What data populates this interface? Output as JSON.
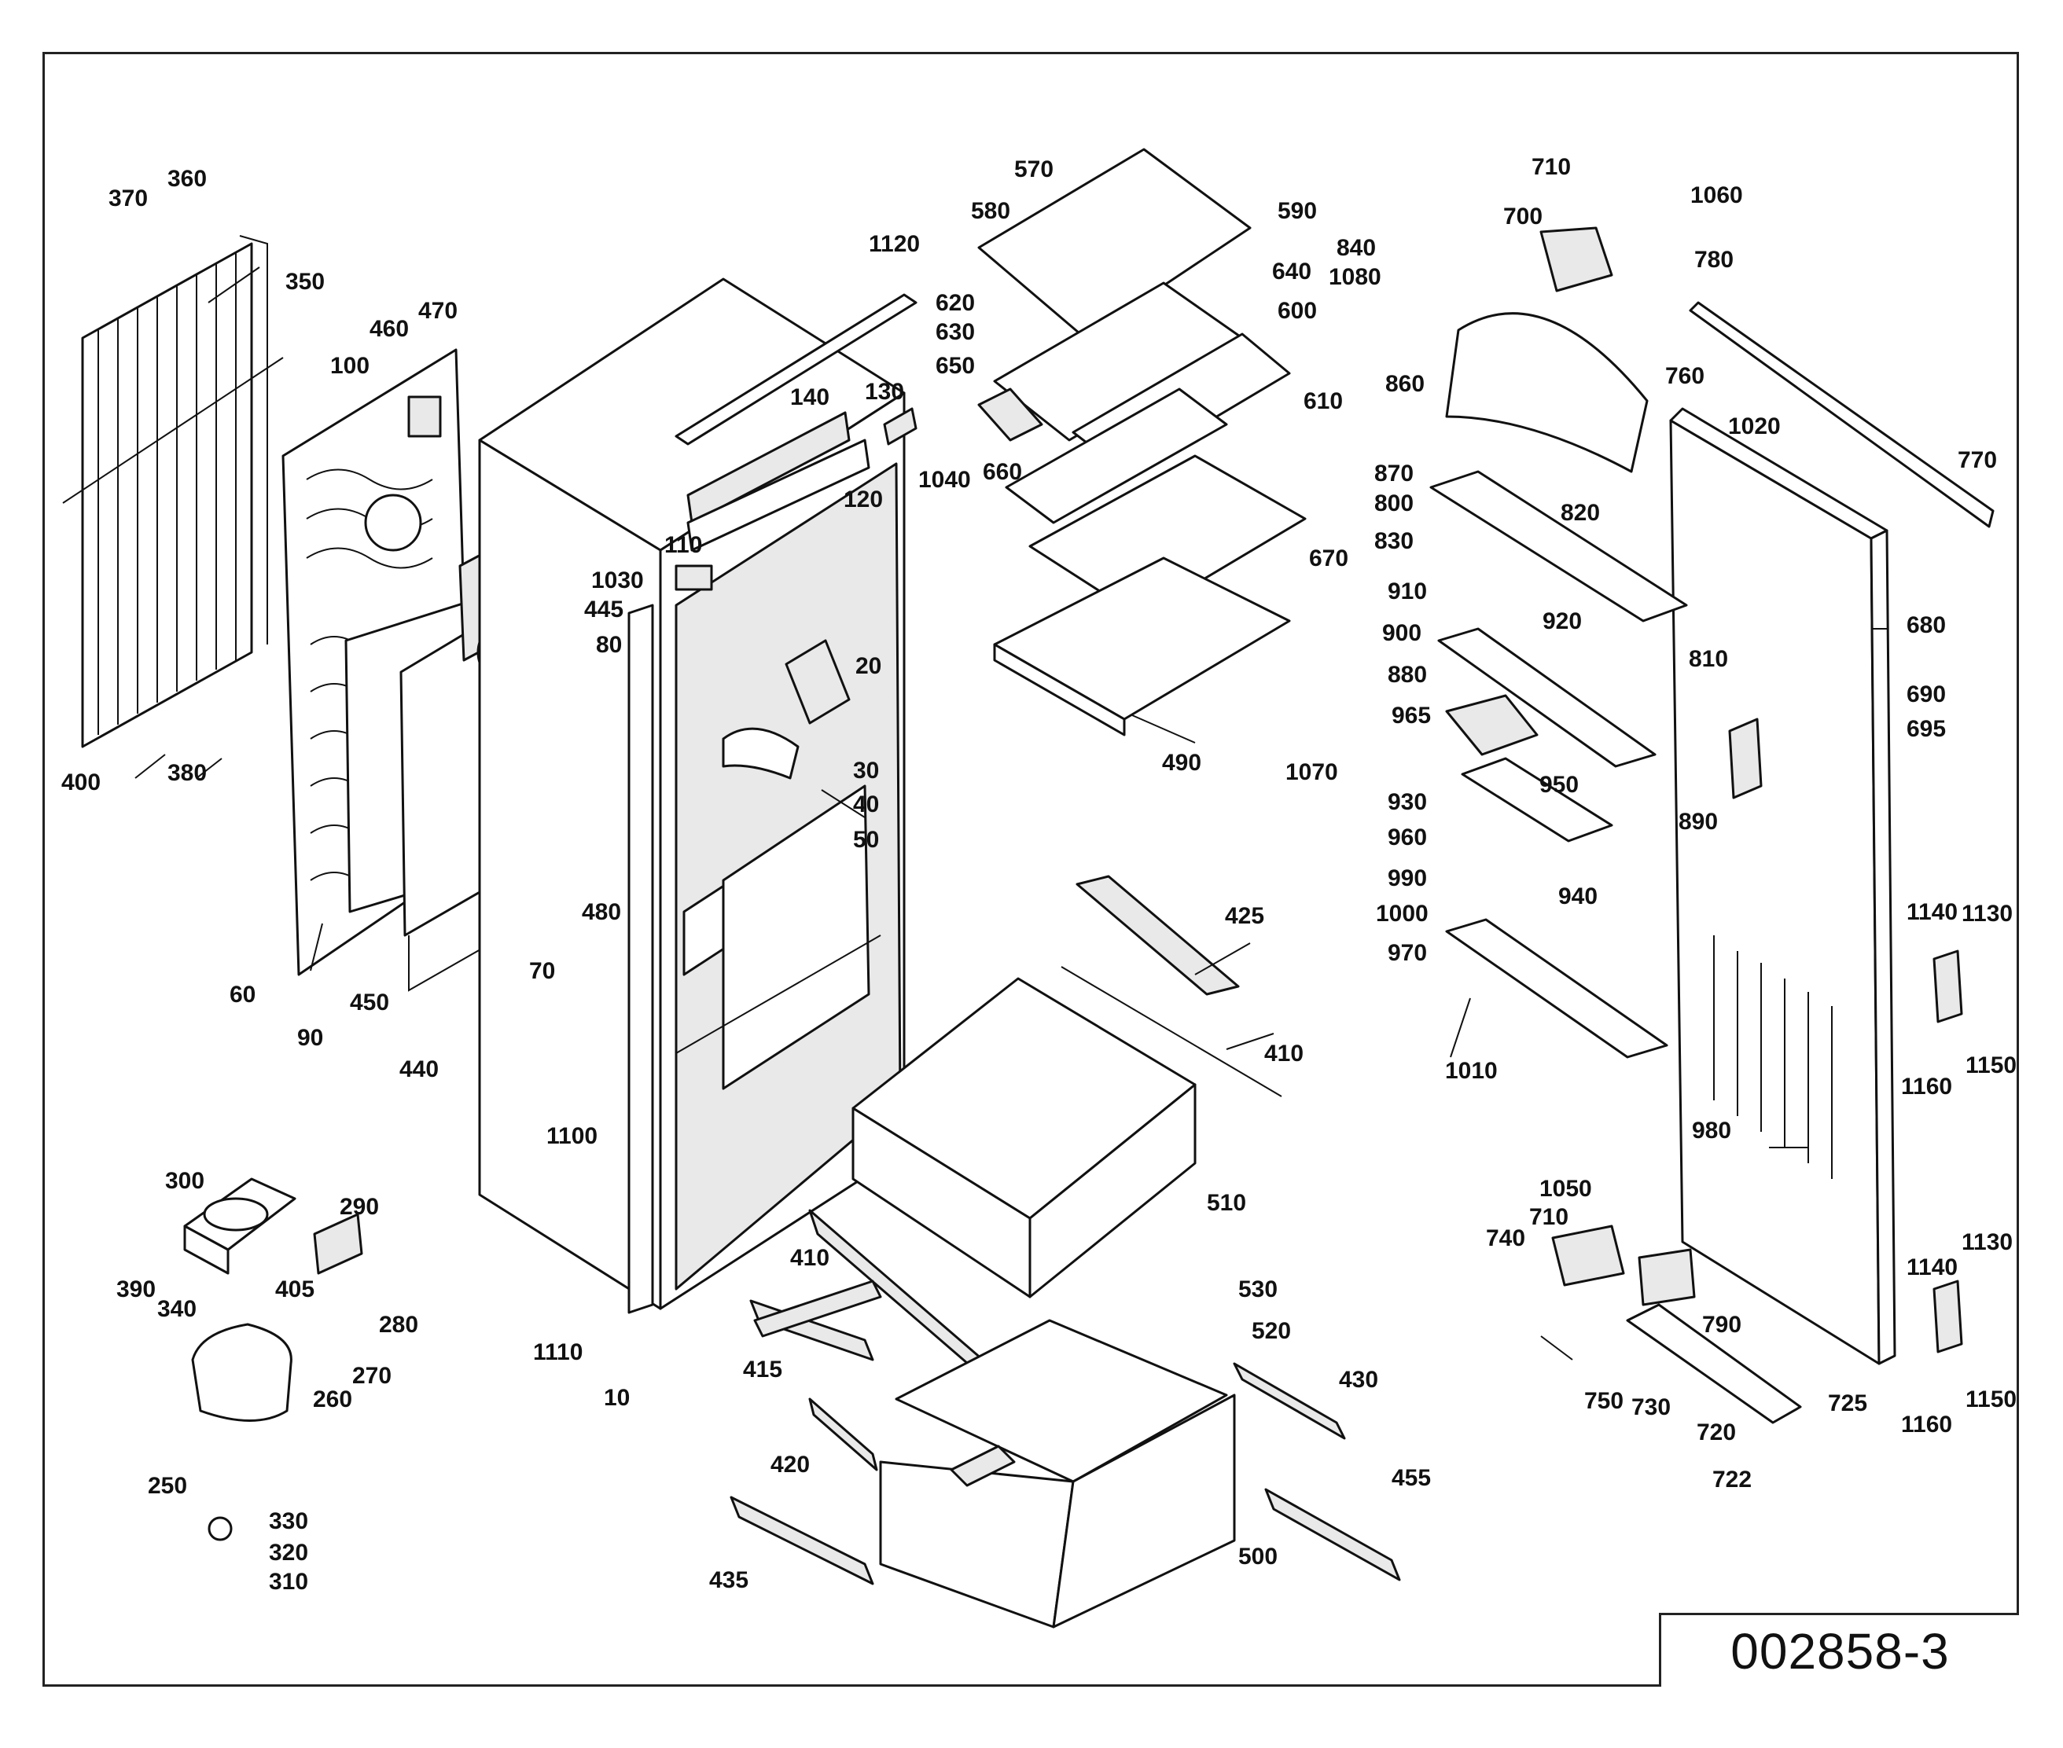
{
  "drawing_number": "002858-3",
  "labels": {
    "l10": "10",
    "l20": "20",
    "l30": "30",
    "l40": "40",
    "l50": "50",
    "l60": "60",
    "l70": "70",
    "l80": "80",
    "l90": "90",
    "l100": "100",
    "l110": "110",
    "l120": "120",
    "l130": "130",
    "l140": "140",
    "l250": "250",
    "l260": "260",
    "l270": "270",
    "l280": "280",
    "l290": "290",
    "l300": "300",
    "l310": "310",
    "l320": "320",
    "l330": "330",
    "l340": "340",
    "l350": "350",
    "l360": "360",
    "l370": "370",
    "l380": "380",
    "l390": "390",
    "l400": "400",
    "l405": "405",
    "l410a": "410",
    "l410b": "410",
    "l415": "415",
    "l420": "420",
    "l425": "425",
    "l430": "430",
    "l435": "435",
    "l440": "440",
    "l445": "445",
    "l450": "450",
    "l455": "455",
    "l460": "460",
    "l470": "470",
    "l480": "480",
    "l490": "490",
    "l500": "500",
    "l510": "510",
    "l520": "520",
    "l530": "530",
    "l570": "570",
    "l580": "580",
    "l590": "590",
    "l600": "600",
    "l610": "610",
    "l620": "620",
    "l630": "630",
    "l640": "640",
    "l650": "650",
    "l660": "660",
    "l670": "670",
    "l680": "680",
    "l690": "690",
    "l695": "695",
    "l700": "700",
    "l710a": "710",
    "l710b": "710",
    "l720": "720",
    "l722": "722",
    "l725": "725",
    "l730": "730",
    "l740": "740",
    "l750": "750",
    "l760": "760",
    "l770": "770",
    "l780": "780",
    "l790": "790",
    "l800": "800",
    "l810": "810",
    "l820": "820",
    "l830": "830",
    "l840": "840",
    "l860": "860",
    "l870": "870",
    "l880": "880",
    "l890": "890",
    "l900": "900",
    "l910": "910",
    "l920": "920",
    "l930": "930",
    "l940": "940",
    "l950": "950",
    "l960": "960",
    "l965": "965",
    "l970": "970",
    "l980": "980",
    "l990": "990",
    "l1000": "1000",
    "l1010": "1010",
    "l1020": "1020",
    "l1030": "1030",
    "l1040": "1040",
    "l1050": "1050",
    "l1060": "1060",
    "l1070": "1070",
    "l1080": "1080",
    "l1100": "1100",
    "l1110": "1110",
    "l1120": "1120",
    "l1130a": "1130",
    "l1130b": "1130",
    "l1140a": "1140",
    "l1140b": "1140",
    "l1150a": "1150",
    "l1150b": "1150",
    "l1160a": "1160",
    "l1160b": "1160"
  }
}
